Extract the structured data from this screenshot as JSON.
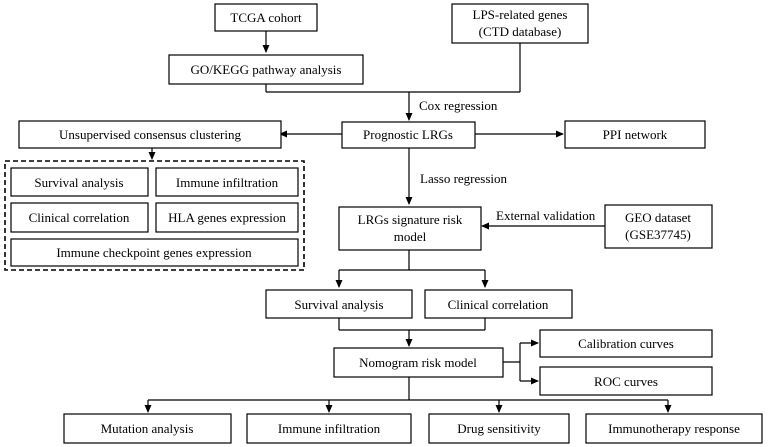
{
  "nodes": {
    "tcga": "TCGA cohort",
    "lps_line1": "LPS-related genes",
    "lps_line2": "(CTD database)",
    "go_kegg": "GO/KEGG pathway analysis",
    "clustering": "Unsupervised consensus clustering",
    "prognostic": "Prognostic LRGs",
    "ppi": "PPI network",
    "survival_1": "Survival analysis",
    "immune_infiltration_1": "Immune infiltration",
    "clinical_1": "Clinical correlation",
    "hla": "HLA genes expression",
    "checkpoint": "Immune checkpoint genes expression",
    "risk_line1": "LRGs signature risk",
    "risk_line2": "model",
    "geo_line1": "GEO dataset",
    "geo_line2": "(GSE37745)",
    "survival_2": "Survival analysis",
    "clinical_2": "Clinical correlation",
    "nomogram": "Nomogram risk model",
    "calibration": "Calibration curves",
    "roc": "ROC curves",
    "mutation": "Mutation analysis",
    "immune_infiltration_2": "Immune infiltration",
    "drug": "Drug sensitivity",
    "immunotherapy": "Immunotherapy response"
  },
  "edge_labels": {
    "cox": "Cox regression",
    "lasso": "Lasso regression",
    "external": "External validation"
  }
}
